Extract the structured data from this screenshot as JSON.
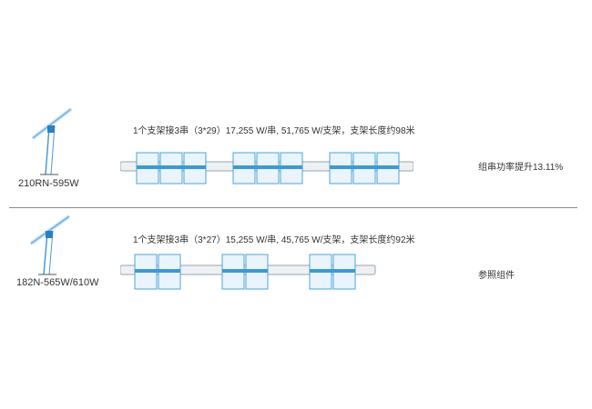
{
  "comparison": {
    "rows": [
      {
        "model": "210RN-595W",
        "spec": "1个支架接3串（3*29）17,255 W/串, 51,765 W/支架，支架长度约98米",
        "result": "组串功率提升13.11%"
      },
      {
        "model": "182N-565W/610W",
        "spec": "1个支架接3串（3*27）15,255 W/串, 45,765 W/支架，支架长度约92米",
        "result": "参照组件"
      }
    ],
    "colors": {
      "module_fill": "#e9f4fc",
      "module_stroke": "#4ea4dc",
      "module_band": "#3a9ad6",
      "torque_tube": "#9aa3ab",
      "divider": "#8a8a8a"
    }
  }
}
